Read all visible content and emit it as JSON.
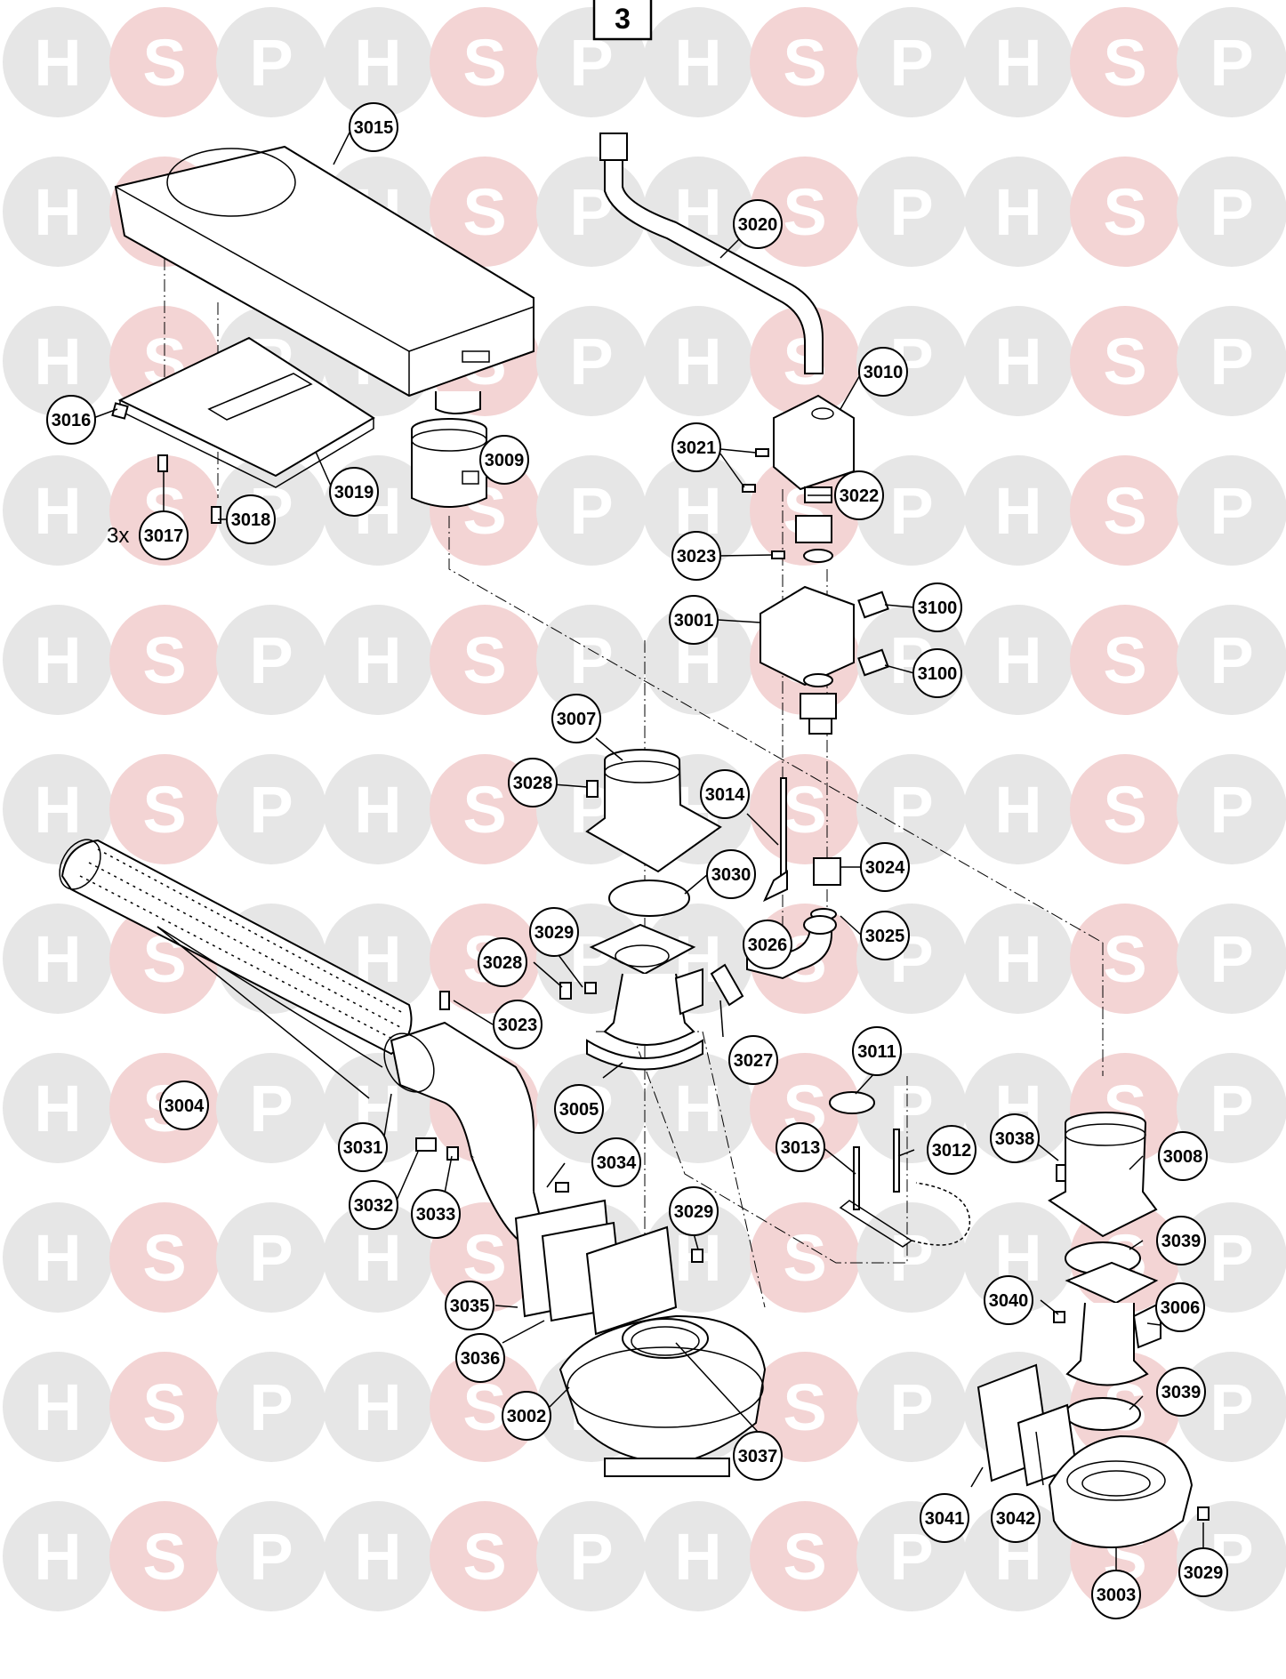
{
  "page_number": "3",
  "watermark": {
    "letters": [
      "H",
      "S",
      "P"
    ],
    "color_grey": "#e6e6e6",
    "color_pink": "#f3d4d4"
  },
  "callouts": [
    {
      "id": "c3015",
      "text": "3015"
    },
    {
      "id": "c3020",
      "text": "3020"
    },
    {
      "id": "c3010",
      "text": "3010"
    },
    {
      "id": "c3016",
      "text": "3016"
    },
    {
      "id": "c3021",
      "text": "3021"
    },
    {
      "id": "c3009",
      "text": "3009"
    },
    {
      "id": "c3019",
      "text": "3019"
    },
    {
      "id": "c3022",
      "text": "3022"
    },
    {
      "id": "c3017",
      "text": "3017"
    },
    {
      "id": "c3018",
      "text": "3018"
    },
    {
      "id": "c3023a",
      "text": "3023"
    },
    {
      "id": "c3001",
      "text": "3001"
    },
    {
      "id": "c3100a",
      "text": "3100"
    },
    {
      "id": "c3100b",
      "text": "3100"
    },
    {
      "id": "c3007",
      "text": "3007"
    },
    {
      "id": "c3028a",
      "text": "3028"
    },
    {
      "id": "c3014",
      "text": "3014"
    },
    {
      "id": "c3024",
      "text": "3024"
    },
    {
      "id": "c3030",
      "text": "3030"
    },
    {
      "id": "c3029a",
      "text": "3029"
    },
    {
      "id": "c3026",
      "text": "3026"
    },
    {
      "id": "c3025",
      "text": "3025"
    },
    {
      "id": "c3028b",
      "text": "3028"
    },
    {
      "id": "c3023b",
      "text": "3023"
    },
    {
      "id": "c3027",
      "text": "3027"
    },
    {
      "id": "c3011",
      "text": "3011"
    },
    {
      "id": "c3004",
      "text": "3004"
    },
    {
      "id": "c3005",
      "text": "3005"
    },
    {
      "id": "c3031",
      "text": "3031"
    },
    {
      "id": "c3013",
      "text": "3013"
    },
    {
      "id": "c3012",
      "text": "3012"
    },
    {
      "id": "c3038",
      "text": "3038"
    },
    {
      "id": "c3008",
      "text": "3008"
    },
    {
      "id": "c3034",
      "text": "3034"
    },
    {
      "id": "c3032",
      "text": "3032"
    },
    {
      "id": "c3033",
      "text": "3033"
    },
    {
      "id": "c3029b",
      "text": "3029"
    },
    {
      "id": "c3039a",
      "text": "3039"
    },
    {
      "id": "c3040",
      "text": "3040"
    },
    {
      "id": "c3006",
      "text": "3006"
    },
    {
      "id": "c3035",
      "text": "3035"
    },
    {
      "id": "c3036",
      "text": "3036"
    },
    {
      "id": "c3039b",
      "text": "3039"
    },
    {
      "id": "c3002",
      "text": "3002"
    },
    {
      "id": "c3037",
      "text": "3037"
    },
    {
      "id": "c3041",
      "text": "3041"
    },
    {
      "id": "c3042",
      "text": "3042"
    },
    {
      "id": "c3029c",
      "text": "3029"
    },
    {
      "id": "c3003",
      "text": "3003"
    }
  ],
  "quantity_note": "3x"
}
